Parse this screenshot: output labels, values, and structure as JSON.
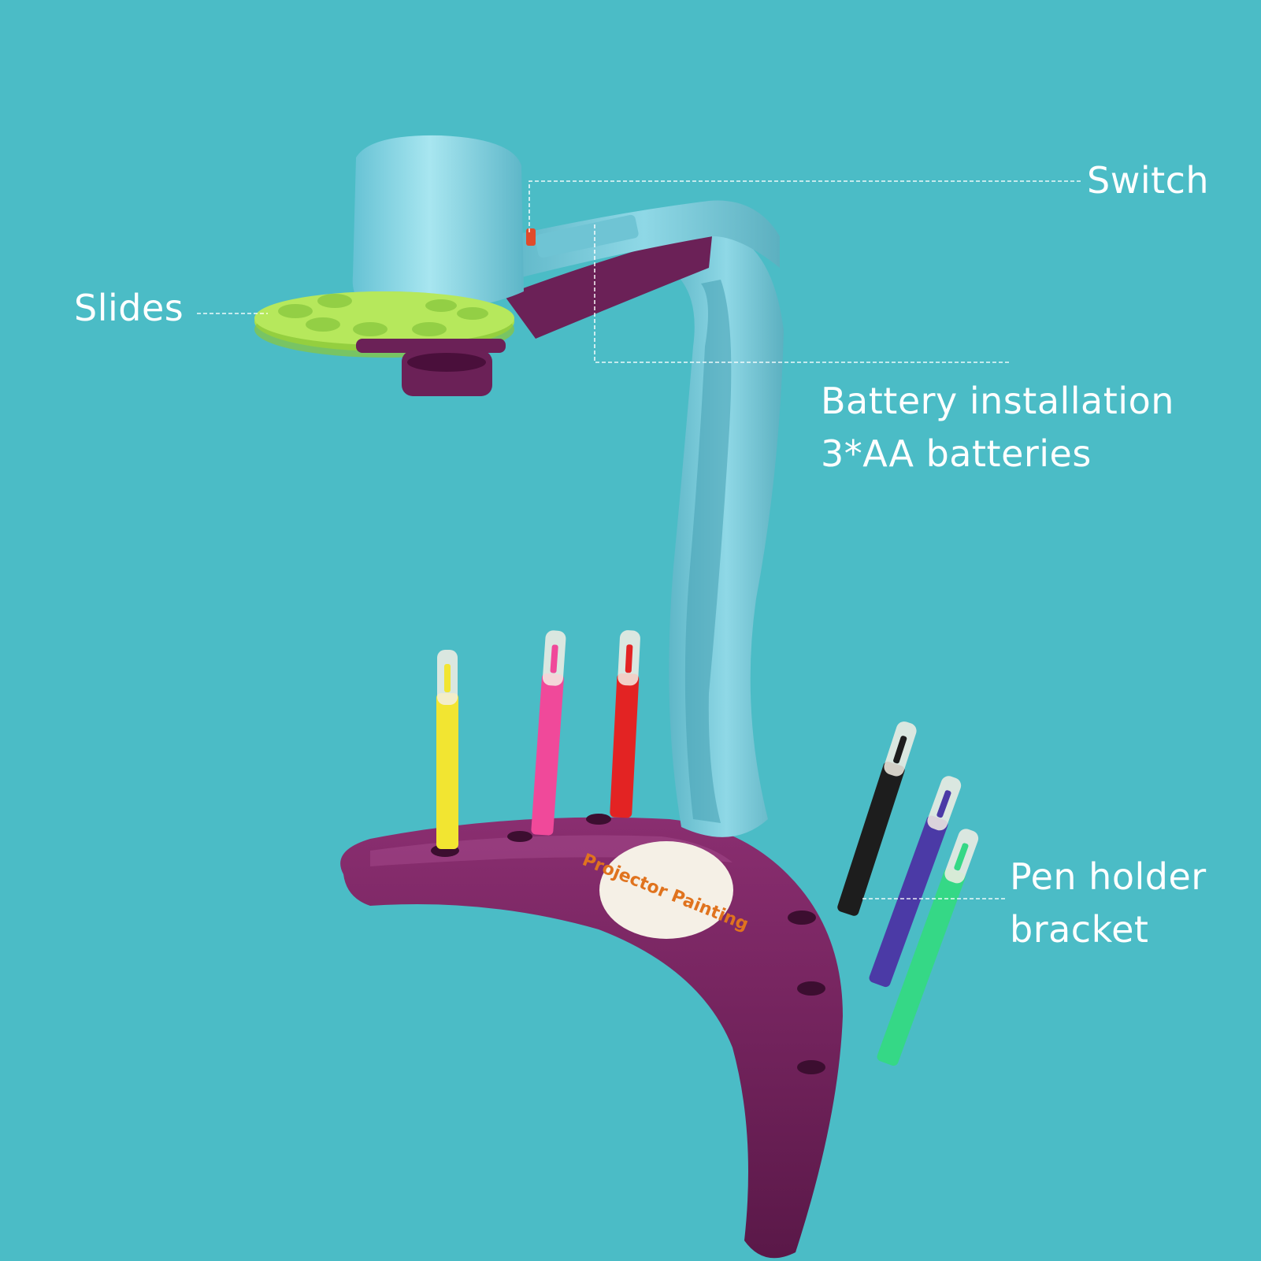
{
  "product": {
    "logo_text": "Projector Painting",
    "colors": {
      "background": "#4bbcc6",
      "arm": "#7fd0df",
      "base": "#6b2157",
      "slides_disc": "#a9e04a"
    }
  },
  "callouts": {
    "switch": {
      "lines": [
        "Switch"
      ]
    },
    "slides": {
      "lines": [
        "Slides"
      ]
    },
    "battery": {
      "lines": [
        "Battery installation",
        "3*AA batteries"
      ]
    },
    "pen_holder": {
      "lines": [
        "Pen holder",
        "bracket"
      ]
    }
  },
  "pens": [
    {
      "color": "#f2e531",
      "icon": "yellow-marker"
    },
    {
      "color": "#f0499a",
      "icon": "pink-marker"
    },
    {
      "color": "#e32323",
      "icon": "red-marker"
    },
    {
      "color": "#1d1d1d",
      "icon": "black-marker"
    },
    {
      "color": "#4b3aa6",
      "icon": "purple-marker"
    },
    {
      "color": "#35d886",
      "icon": "green-marker"
    }
  ]
}
